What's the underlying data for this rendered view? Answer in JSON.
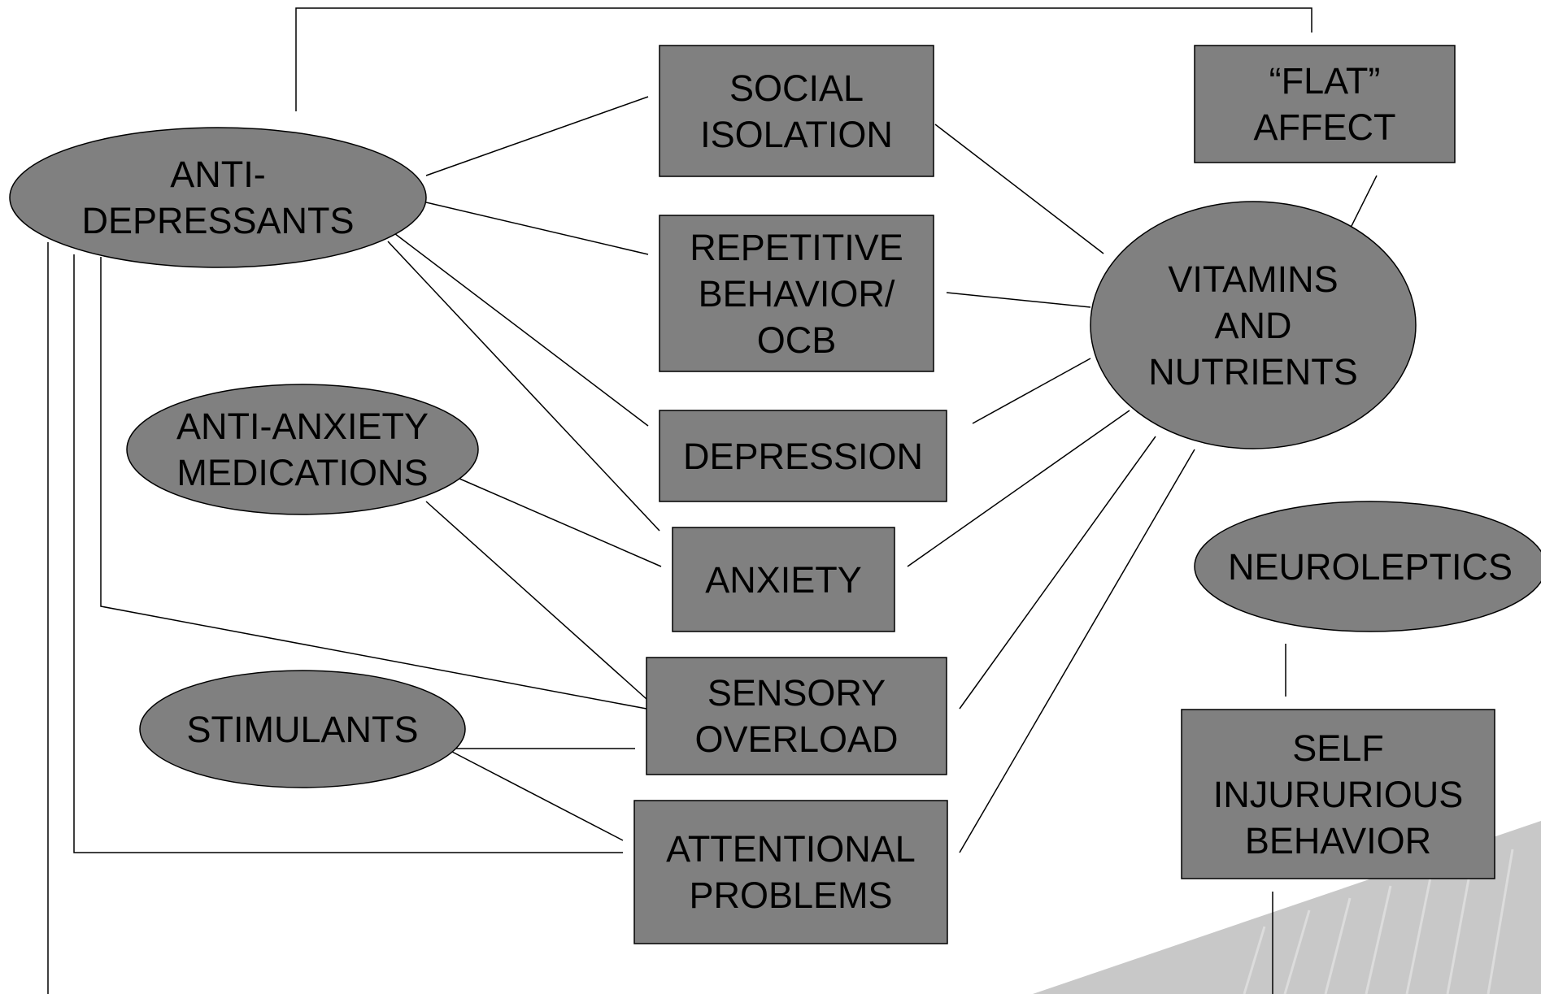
{
  "colors": {
    "shape_fill": "#808080",
    "stroke": "#000000",
    "background": "#ffffff",
    "decor_fill": "#c8c8c8",
    "decor_stripe": "#dcdcdc"
  },
  "nodes": {
    "antidepressants": "ANTI-\nDEPRESSANTS",
    "anti_anxiety": "ANTI-ANXIETY\nMEDICATIONS",
    "stimulants": "STIMULANTS",
    "social_isolation": "SOCIAL\nISOLATION",
    "repetitive_behavior": "REPETITIVE\nBEHAVIOR/\nOCB",
    "depression": "DEPRESSION",
    "anxiety": "ANXIETY",
    "sensory_overload": "SENSORY\nOVERLOAD",
    "attentional_problems": "ATTENTIONAL\nPROBLEMS",
    "flat_affect": "“FLAT”\nAFFECT",
    "vitamins": "VITAMINS\nAND\nNUTRIENTS",
    "neuroleptics": "NEUROLEPTICS",
    "self_injurious": "SELF\nINJURURIOUS\nBEHAVIOR"
  }
}
